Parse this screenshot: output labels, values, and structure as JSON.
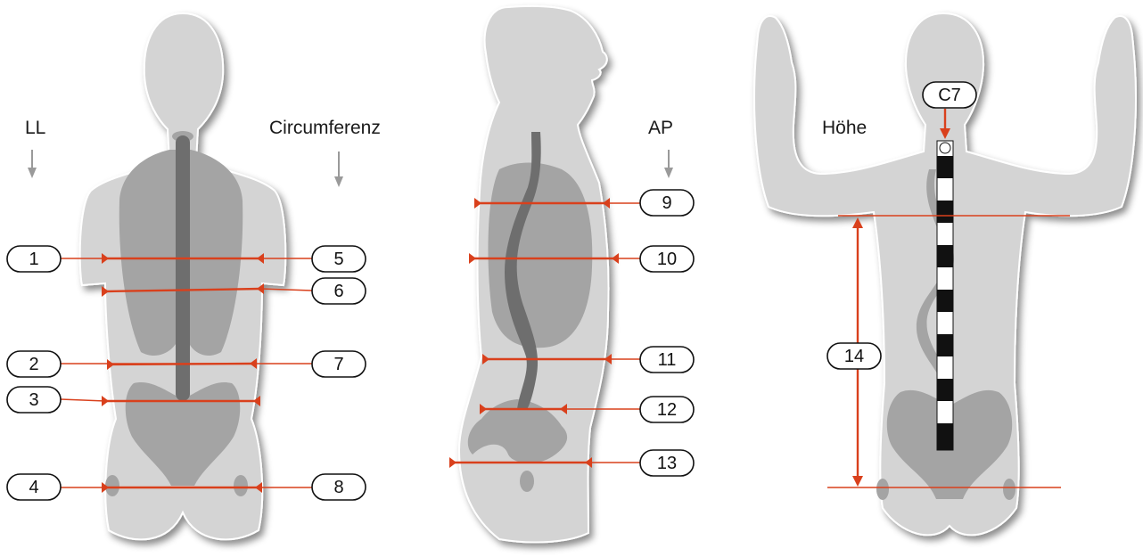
{
  "labels": {
    "ll": "LL",
    "circumference": "Circumferenz",
    "ap": "AP",
    "height": "Höhe",
    "c7": "C7"
  },
  "markers": [
    {
      "id": "m1",
      "text": "1"
    },
    {
      "id": "m2",
      "text": "2"
    },
    {
      "id": "m3",
      "text": "3"
    },
    {
      "id": "m4",
      "text": "4"
    },
    {
      "id": "m5",
      "text": "5"
    },
    {
      "id": "m6",
      "text": "6"
    },
    {
      "id": "m7",
      "text": "7"
    },
    {
      "id": "m8",
      "text": "8"
    },
    {
      "id": "m9",
      "text": "9"
    },
    {
      "id": "m10",
      "text": "10"
    },
    {
      "id": "m11",
      "text": "11"
    },
    {
      "id": "m12",
      "text": "12"
    },
    {
      "id": "m13",
      "text": "13"
    },
    {
      "id": "m14",
      "text": "14"
    }
  ],
  "colors": {
    "measure_line": "#d9401c",
    "body": "#d4d4d4",
    "organ": "#a4a4a4",
    "spine": "#6e6e6e"
  }
}
